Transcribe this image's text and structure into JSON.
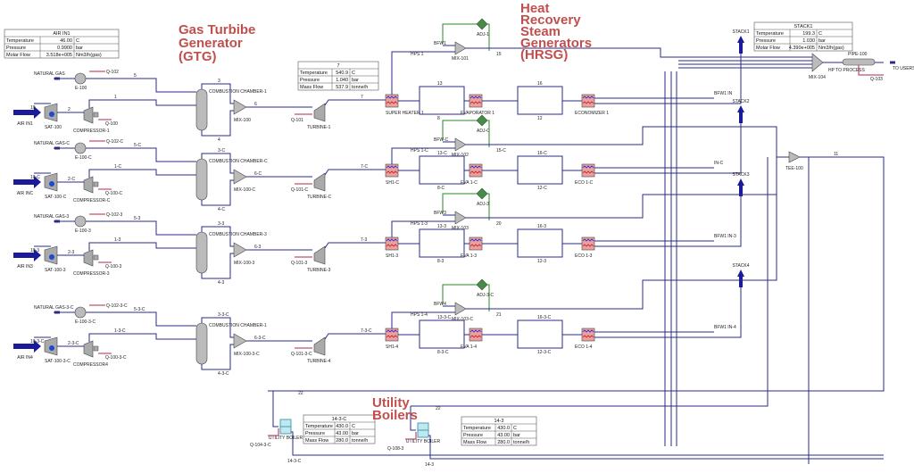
{
  "titles": {
    "gtg": [
      "Gas Turbibe",
      "Generator",
      "(GTG)"
    ],
    "hrsg": [
      "Heat",
      "Recovery",
      "Steam",
      "Generators",
      "(HRSG)"
    ],
    "ub": [
      "Utility",
      "Boilers"
    ]
  },
  "colors": {
    "pipe": "#2b2b8a",
    "energy": "#b0284a",
    "control": "#2a8a2a",
    "title": "#c0504d",
    "exchanger": "#d06060"
  },
  "tables": {
    "air_in1": {
      "title": "AIR IN1",
      "rows": [
        [
          "Temperature",
          "46.00",
          "C"
        ],
        [
          "Pressure",
          "0.9900",
          "bar"
        ],
        [
          "Molar Flow",
          "3.518e+005",
          "Nm3/h(gas)"
        ]
      ]
    },
    "stream7": {
      "title": "7",
      "rows": [
        [
          "Temperature",
          "540.9",
          "C"
        ],
        [
          "Pressure",
          "1.040",
          "bar"
        ],
        [
          "Mass Flow",
          "537.9",
          "tonne/h"
        ]
      ]
    },
    "stack1": {
      "title": "STACK1",
      "rows": [
        [
          "Temperature",
          "199.3",
          "C"
        ],
        [
          "Pressure",
          "1.030",
          "bar"
        ],
        [
          "Molar Flow",
          "4.390e+005",
          "Nm3/h(gas)"
        ]
      ]
    },
    "s14_3c": {
      "title": "14-3-C",
      "rows": [
        [
          "Temperature",
          "430.0",
          "C"
        ],
        [
          "Pressure",
          "43.00",
          "bar"
        ],
        [
          "Mass Flow",
          "280.0",
          "tonne/h"
        ]
      ]
    },
    "s14_3": {
      "title": "14-3",
      "rows": [
        [
          "Temperature",
          "430.0",
          "C"
        ],
        [
          "Pressure",
          "43.00",
          "bar"
        ],
        [
          "Mass Flow",
          "280.0",
          "tonne/h"
        ]
      ]
    }
  },
  "trains": [
    {
      "gas": "NATURAL GAS",
      "heater": "E-100",
      "gs": "5",
      "hq": "Q-102",
      "air": "AIR IN1",
      "sat": "SAT-100",
      "satin": "10",
      "s2": "2",
      "comp": "COMPRESSOR-1",
      "cq": "Q-100",
      "s1": "1",
      "chamber": "COMBUSTION CHAMBER-1",
      "s3": "3",
      "s4": "4",
      "mix": "MIX-100",
      "s6": "6",
      "tq": "Q-101",
      "turb": "TURBINE-1",
      "s7": "7",
      "sh": "SUPER HEATER 1",
      "eva": "EVAPORATOR 1",
      "eco": "ECONOMIZER 1",
      "s13": "13",
      "s8": "8",
      "s16": "16",
      "s12": "12",
      "hps": "HPS 1",
      "bfw": "BFW1",
      "mixh": "MIX-101",
      "adj": "ADJ-1",
      "s15": "15",
      "bfwin": "BFW1 IN",
      "stack": "STACK1"
    },
    {
      "gas": "NATURAL GAS-C",
      "heater": "E-100-C",
      "gs": "5-C",
      "hq": "Q-102-C",
      "air": "AIR INC",
      "sat": "SAT-100-C",
      "satin": "10-C",
      "s2": "2-C",
      "comp": "COMPRESSOR-C",
      "cq": "Q-100-C",
      "s1": "1-C",
      "chamber": "COMBUSTION CHAMBER-C",
      "s3": "3-C",
      "s4": "4-C",
      "mix": "MIX-100-C",
      "s6": "6-C",
      "tq": "Q-101-C",
      "turb": "TURBINE-C",
      "s7": "7-C",
      "sh": "SH1-C",
      "eva": "EVA 1-C",
      "eco": "ECO 1-C",
      "s13": "13-C",
      "s8": "8-C",
      "s16": "16-C",
      "s12": "12-C",
      "hps": "HPS 1-C",
      "bfw": "BFW-C",
      "mixh": "MIX-102",
      "adj": "ADJ-C",
      "s15": "15-C",
      "bfwin": "IN-C",
      "stack": "STACK2"
    },
    {
      "gas": "NATURAL GAS-3",
      "heater": "E-100-3",
      "gs": "5-3",
      "hq": "Q-102-3",
      "air": "AIR IN3",
      "sat": "SAT-100-3",
      "satin": "10-3",
      "s2": "2-3",
      "comp": "COMPRESSOR-3",
      "cq": "Q-100-3",
      "s1": "1-3",
      "chamber": "COMBUSTION CHAMBER-3",
      "s3": "3-3",
      "s4": "4-3",
      "mix": "MIX-100-3",
      "s6": "6-3",
      "tq": "Q-101-3",
      "turb": "TURBINE-3",
      "s7": "7-3",
      "sh": "SH1-3",
      "eva": "EVA 1-3",
      "eco": "ECO 1-3",
      "s13": "13-3",
      "s8": "8-3",
      "s16": "16-3",
      "s12": "12-3",
      "hps": "HPS 1-3",
      "bfw": "BFW3",
      "mixh": "MIX-103",
      "adj": "ADJ-3",
      "s15": "20",
      "bfwin": "BFW1 IN-3",
      "stack": "STACK3"
    },
    {
      "gas": "NATURAL GAS-3-C",
      "heater": "E-100-3-C",
      "gs": "5-3-C",
      "hq": "Q-102-3-C",
      "air": "AIR IN4",
      "sat": "SAT-100-3-C",
      "satin": "10-3-C",
      "s2": "2-3-C",
      "comp": "COMPRESSOR4",
      "cq": "Q-100-3-C",
      "s1": "1-3-C",
      "chamber": "COMBUSTION CHAMBER-1",
      "s3": "3-3-C",
      "s4": "4-3-C",
      "mix": "MIX-100-3-C",
      "s6": "6-3-C",
      "tq": "Q-101-3-C",
      "turb": "TURBINE-4",
      "s7": "7-3-C",
      "sh": "SH1-4",
      "eva": "EVA 1-4",
      "eco": "ECO 1-4",
      "s13": "13-3-C",
      "s8": "8-3-C",
      "s16": "16-3-C",
      "s12": "12-3-C",
      "hps": "HPS 1-4",
      "bfw": "BFW4",
      "mixh": "MIX-103-C",
      "adj": "ADJ-3-C",
      "s15": "21",
      "bfwin": "BFW1 IN-4",
      "stack": "STACK4"
    }
  ],
  "header_units": {
    "mix104": "MIX-104",
    "hp_process": "HP TO PROCESS",
    "pipe": "PIPE-100",
    "pipe_q": "Q-103",
    "to_users": "TO USERS",
    "tee": "TEE-100",
    "s11": "11"
  },
  "boilers": {
    "b1": {
      "label": "UTILITY BOILER",
      "q": "Q-104-3-C",
      "in": "22",
      "out": "14-3-C"
    },
    "b2": {
      "label": "UTILITY BOILER",
      "q": "Q-108-3",
      "in": "22",
      "out": "14-3"
    }
  }
}
